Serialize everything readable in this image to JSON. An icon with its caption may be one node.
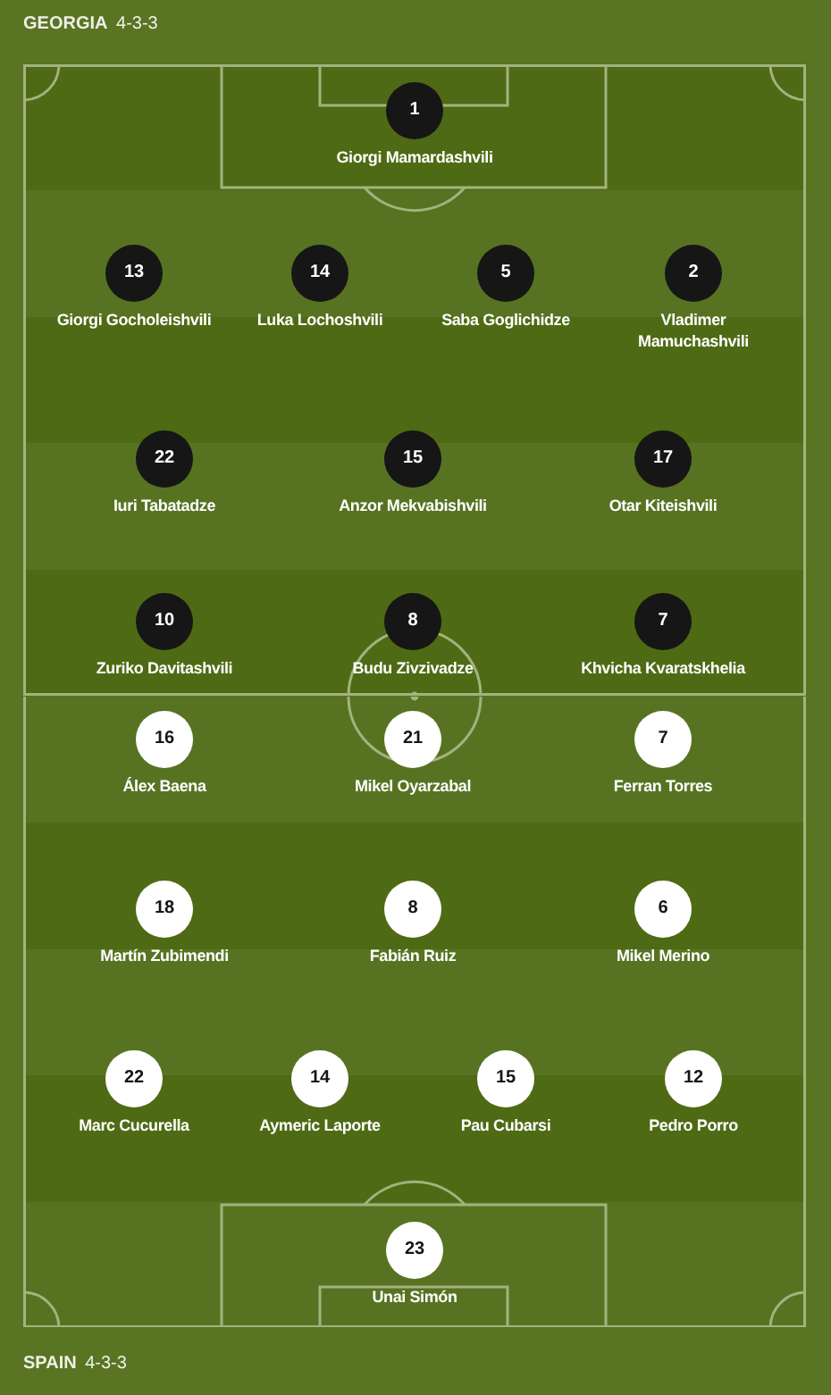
{
  "diagram": {
    "nodes": [
      {
        "text": [
          "**GEORGIA** 4-3-3"
        ]
      },
      {
        "text": [
          "1"
        ],
        "beside": [
          "Giorgi Mamardashvili"
        ],
        "in": 0
      },
      {
        "text": [
          "13"
        ],
        "beside": [
          "Giorgi Gocholeishvili"
        ],
        "in": 0
      },
      {
        "text": [
          "14"
        ],
        "beside": [
          "Luka Lochoshvili"
        ],
        "in": 0
      },
      {
        "text": [
          "5"
        ],
        "beside": [
          "Saba Goglichidze"
        ],
        "in": 0
      },
      {
        "text": [
          "2"
        ],
        "beside": [
          "Vladimer Mamuchashvili"
        ],
        "in": 0
      },
      {
        "text": [
          "22"
        ],
        "beside": [
          "Iuri Tabatadze"
        ],
        "in": 0
      },
      {
        "text": [
          "15"
        ],
        "beside": [
          "Anzor Mekvabishvili"
        ],
        "in": 0
      },
      {
        "text": [
          "17"
        ],
        "beside": [
          "Otar Kiteishvili"
        ],
        "in": 0
      },
      {
        "text": [
          "10"
        ],
        "beside": [
          "Zuriko Davitashvili"
        ],
        "in": 0
      },
      {
        "text": [
          "8"
        ],
        "beside": [
          "Budu Zivzivadze"
        ],
        "in": 0
      },
      {
        "text": [
          "7"
        ],
        "beside": [
          "Khvicha Kvaratskhelia"
        ],
        "in": 0
      },
      {
        "text": [
          "**SPAIN** 4-3-3"
        ]
      },
      {
        "text": [
          "16"
        ],
        "beside": [
          "Álex Baena"
        ],
        "in": 12
      },
      {
        "text": [
          "21"
        ],
        "beside": [
          "Mikel Oyarzabal"
        ],
        "in": 12
      },
      {
        "text": [
          "7"
        ],
        "beside": [
          "Ferran Torres"
        ],
        "in": 12
      },
      {
        "text": [
          "18"
        ],
        "beside": [
          "Martín Zubimendi"
        ],
        "in": 12
      },
      {
        "text": [
          "8"
        ],
        "beside": [
          "Fabián Ruiz"
        ],
        "in": 12
      },
      {
        "text": [
          "6"
        ],
        "beside": [
          "Mikel Merino"
        ],
        "in": 12
      },
      {
        "text": [
          "22"
        ],
        "beside": [
          "Marc Cucurella"
        ],
        "in": 12
      },
      {
        "text": [
          "14"
        ],
        "beside": [
          "Aymeric Laporte"
        ],
        "in": 12
      },
      {
        "text": [
          "15"
        ],
        "beside": [
          "Pau Cubarsi"
        ],
        "in": 12
      },
      {
        "text": [
          "12"
        ],
        "beside": [
          "Pedro Porro"
        ],
        "in": 12
      },
      {
        "text": [
          "23"
        ],
        "beside": [
          "Unai Simón"
        ],
        "in": 12
      }
    ]
  }
}
